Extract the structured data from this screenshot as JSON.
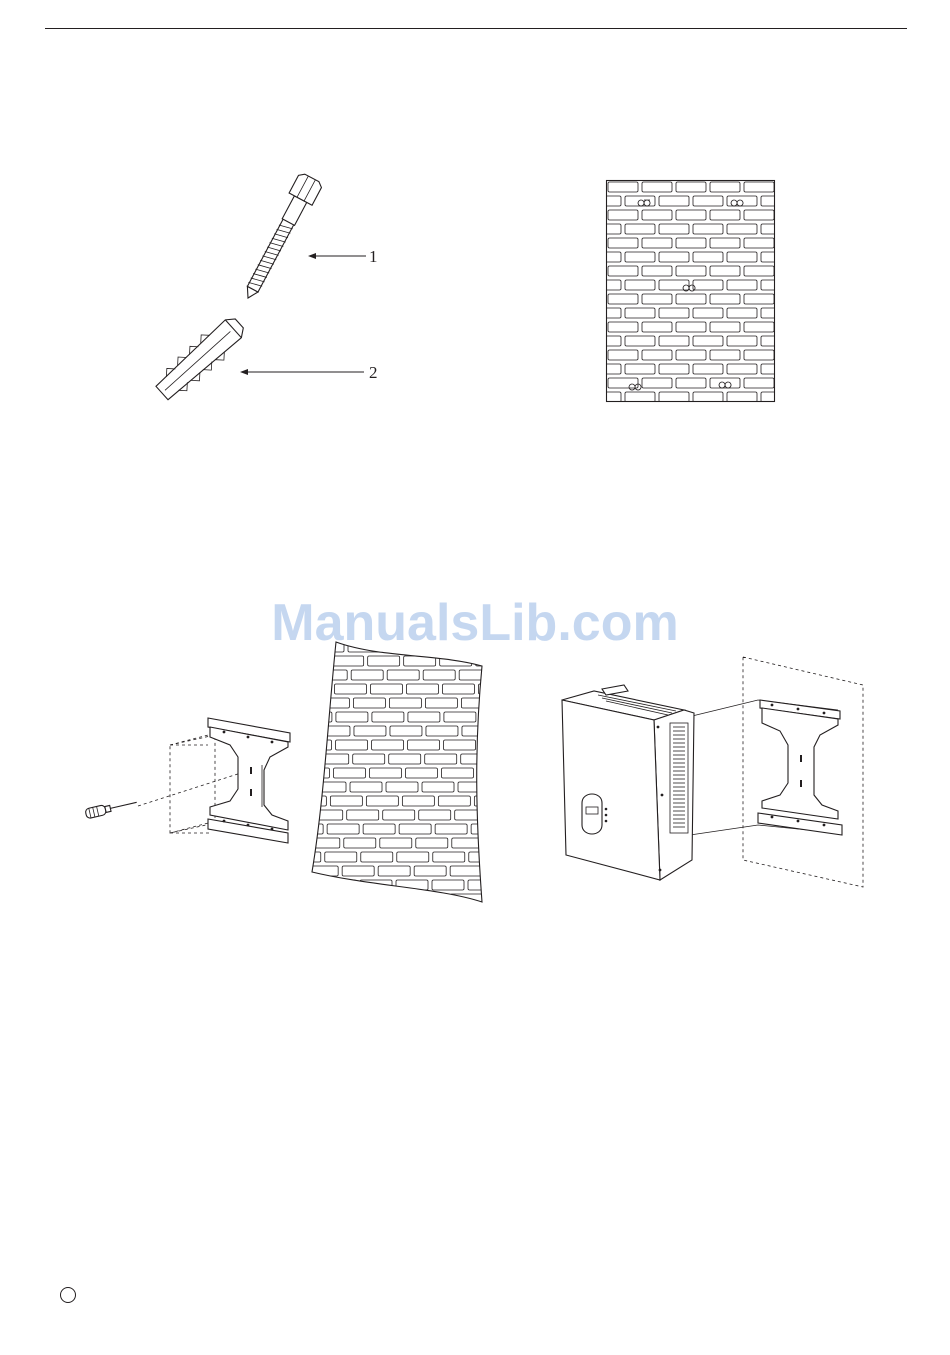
{
  "callouts": {
    "screw": "1",
    "anchor": "2"
  },
  "watermark": "ManualsLib.com",
  "icons": {
    "screw": "expansion-screw-icon",
    "anchor": "plastic-anchor-icon",
    "wall_holes": "brick-wall-with-holes-icon",
    "screwdriver": "screwdriver-icon",
    "bracket": "mounting-bracket-icon",
    "curved_wall": "curved-brick-wall-icon",
    "inverter": "inverter-unit-icon"
  },
  "colors": {
    "ink": "#231f20",
    "watermark": "#bcd1ee"
  }
}
